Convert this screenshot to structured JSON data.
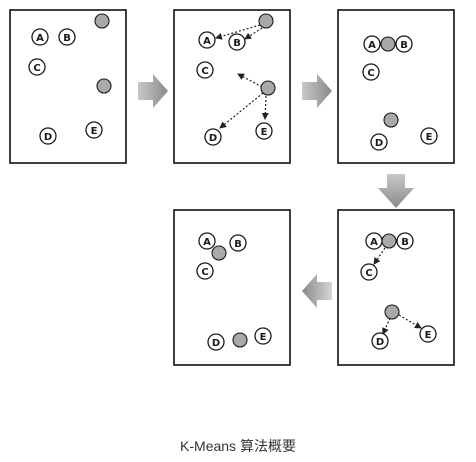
{
  "caption": "K-Means 算法概要",
  "colors": {
    "panel_border": "#111111",
    "point_stroke": "#1a1a1a",
    "point_fill": "#ffffff",
    "centroid_fill": "#a9a9a9",
    "arrow": "#8f8f8f",
    "dotted_arrow": "#222222"
  },
  "points": [
    "A",
    "B",
    "C",
    "D",
    "E"
  ]
}
